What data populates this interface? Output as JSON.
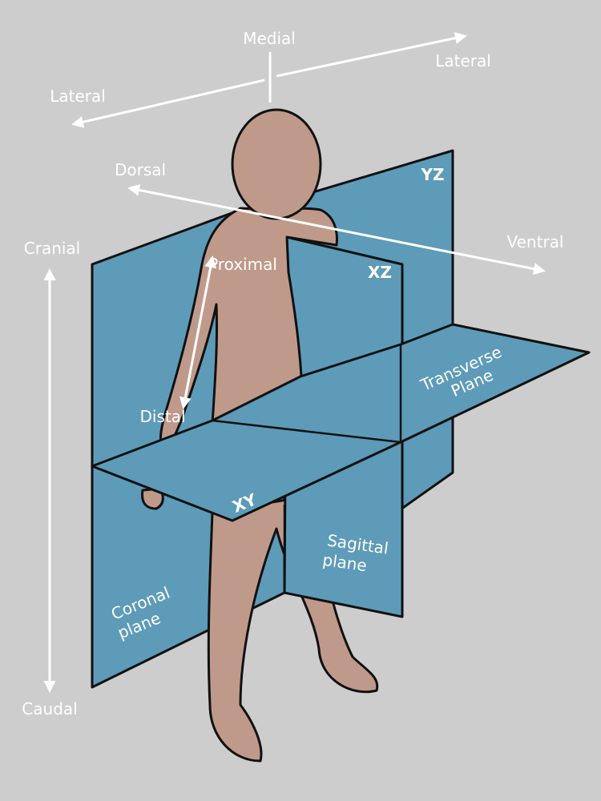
{
  "directions": {
    "medial": "Medial",
    "lateral_left": "Lateral",
    "lateral_right": "Lateral",
    "dorsal": "Dorsal",
    "ventral": "Ventral",
    "cranial": "Cranial",
    "caudal": "Caudal",
    "proximal": "Proximal",
    "distal": "Distal"
  },
  "planes": {
    "yz": "YZ",
    "xz": "XZ",
    "xy": "XY",
    "transverse_line1": "Transverse",
    "transverse_line2": "Plane",
    "sagittal_line1": "Sagittal",
    "sagittal_line2": "plane",
    "coronal_line1": "Coronal",
    "coronal_line2": "plane"
  },
  "colors": {
    "background": "#cdcdcd",
    "plane": "#5d9bb9",
    "skin": "#bf9a8b",
    "arrow": "#ffffff"
  }
}
